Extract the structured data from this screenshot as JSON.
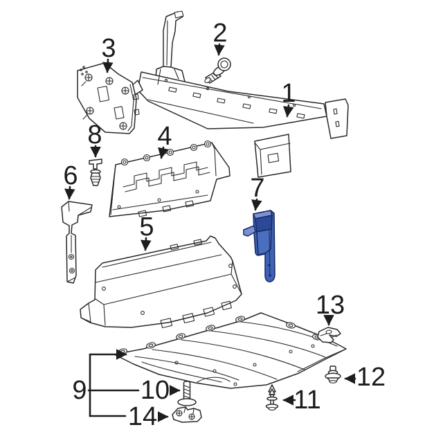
{
  "figure": {
    "type": "exploded-parts-diagram",
    "background_color": "#ffffff",
    "line_color": "#2a2827",
    "text_color": "#1b1b1b",
    "highlight": {
      "callout": "7",
      "fill": "#3e63b4",
      "fill_light": "#7b92d2",
      "fill_mid": "#4a6fc0",
      "fill_dark": "#2c4898",
      "outline": "#17295f"
    },
    "callouts": [
      {
        "label": "1"
      },
      {
        "label": "2"
      },
      {
        "label": "3"
      },
      {
        "label": "4"
      },
      {
        "label": "5"
      },
      {
        "label": "6"
      },
      {
        "label": "7"
      },
      {
        "label": "8"
      },
      {
        "label": "9"
      },
      {
        "label": "10"
      },
      {
        "label": "11"
      },
      {
        "label": "12"
      },
      {
        "label": "13"
      },
      {
        "label": "14"
      }
    ]
  }
}
